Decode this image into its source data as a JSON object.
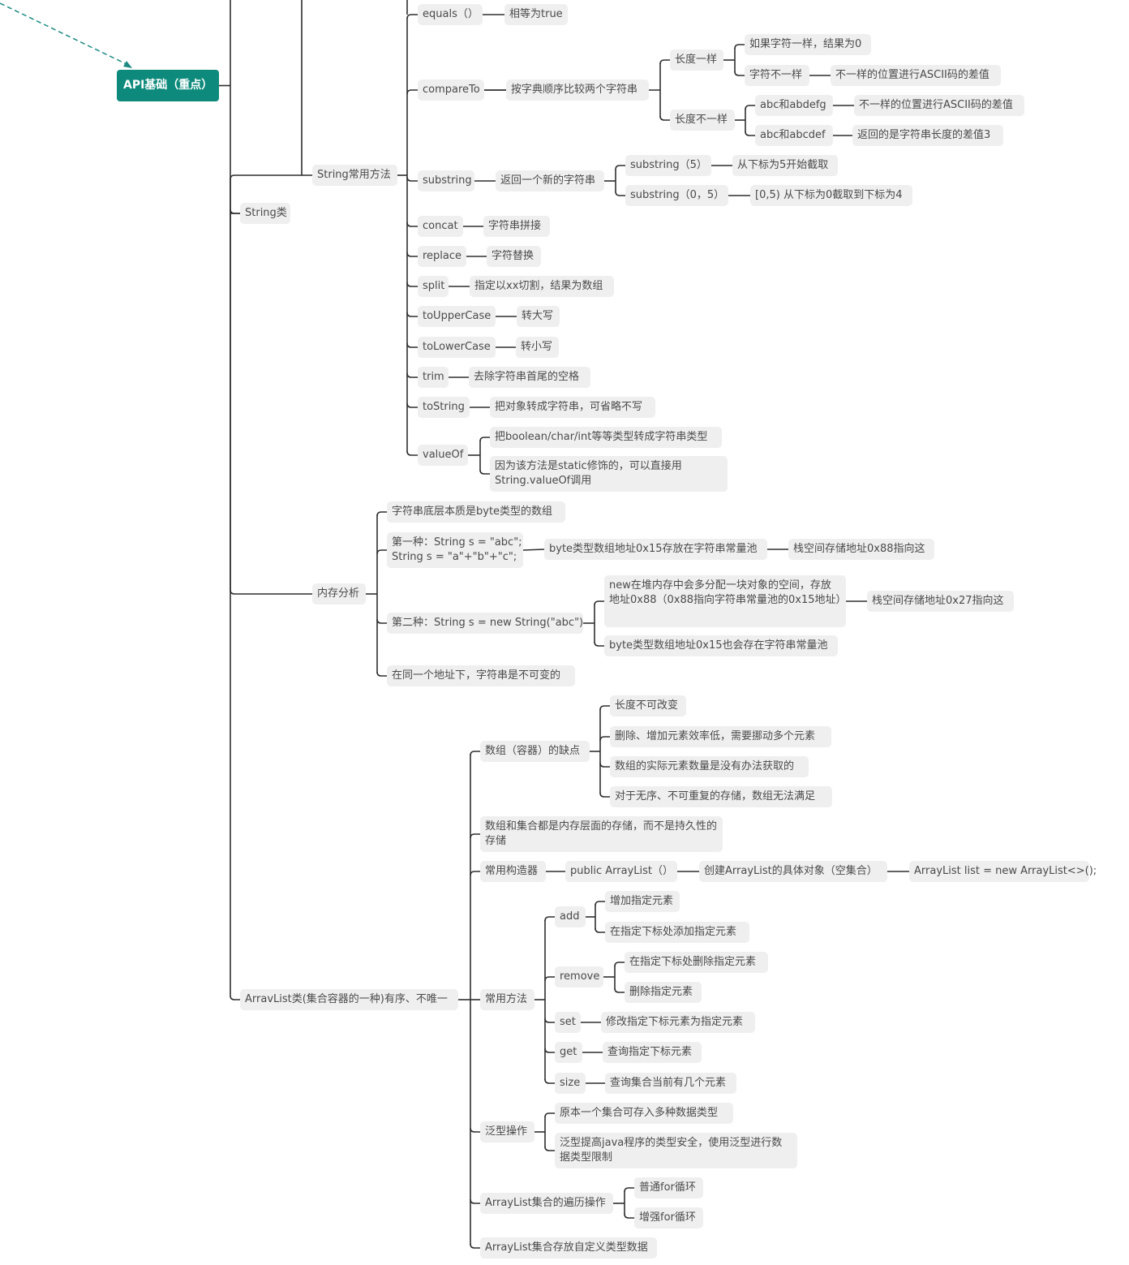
{
  "colors": {
    "line": "#2f2f2f",
    "root_bg": "#0d8a7b",
    "root_text": "#ffffff",
    "node_bg": "#efefef",
    "node_text": "#4a4a4a",
    "arrow": "#1a8a82"
  },
  "mindmap": {
    "root": "API基础（重点）",
    "string_class": {
      "label": "String类",
      "methods": {
        "label": "String常用方法",
        "equals": {
          "name": "equals（）",
          "desc": "相等为true"
        },
        "compareTo": {
          "name": "compareTo",
          "desc": "按字典顺序比较两个字符串",
          "same_length": {
            "label": "长度一样",
            "a": "如果字符一样，结果为0",
            "b": "字符不一样",
            "b_note": "不一样的位置进行ASCII码的差值"
          },
          "diff_length": {
            "label": "长度不一样",
            "a": "abc和abdefg",
            "a_note": "不一样的位置进行ASCII码的差值",
            "b": "abc和abcdef",
            "b_note": "返回的是字符串长度的差值3"
          }
        },
        "substring": {
          "name": "substring",
          "desc": "返回一个新的字符串",
          "one": "substring（5）",
          "one_note": "从下标为5开始截取",
          "two": "substring（0，5）",
          "two_note": "[0,5) 从下标为0截取到下标为4"
        },
        "concat": {
          "name": "concat",
          "desc": "字符串拼接"
        },
        "replace": {
          "name": "replace",
          "desc": "字符替换"
        },
        "split": {
          "name": "split",
          "desc": "指定以xx切割，结果为数组"
        },
        "toUpperCase": {
          "name": "toUpperCase",
          "desc": "转大写"
        },
        "toLowerCase": {
          "name": "toLowerCase",
          "desc": "转小写"
        },
        "trim": {
          "name": "trim",
          "desc": "去除字符串首尾的空格"
        },
        "toString": {
          "name": "toString",
          "desc": "把对象转成字符串，可省略不写"
        },
        "valueOf": {
          "name": "valueOf",
          "desc1": "把boolean/char/int等等类型转成字符串类型",
          "desc2": "因为该方法是static修饰的，可以直接用String.valueOf调用"
        }
      },
      "memory": {
        "label": "内存分析",
        "essence": "字符串底层本质是byte类型的数组",
        "first": "第一种：String s = \"abc\";\nString s = \"a\"+\"b\"+\"c\";",
        "first_a": "byte类型数组地址0x15存放在字符串常量池",
        "first_b": "栈空间存储地址0x88指向这",
        "second": "第二种：String s = new String(\"abc\")",
        "second_a": "new在堆内存中会多分配一块对象的空间，存放地址0x88（0x88指向字符串常量池的0x15地址）",
        "second_a_note": "栈空间存储地址0x27指向这",
        "second_b": "byte类型数组地址0x15也会存在字符串常量池",
        "immutable": "在同一个地址下，字符串是不可变的"
      }
    },
    "arraylist": {
      "label": "ArravList类(集合容器的一种)有序、不唯一",
      "defects": {
        "label": "数组（容器）的缺点",
        "items": [
          "长度不可改变",
          "删除、增加元素效率低，需要挪动多个元素",
          "数组的实际元素数量是没有办法获取的",
          "对于无序、不可重复的存储，数组无法满足"
        ]
      },
      "memory_note": "数组和集合都是内存层面的存储，而不是持久性的存储",
      "constructor": {
        "label": "常用构造器",
        "sig": "public ArrayList（）",
        "desc": "创建ArrayList的具体对象（空集合）",
        "code": "ArrayList list = new ArrayList<>();"
      },
      "methods": {
        "label": "常用方法",
        "add": {
          "name": "add",
          "a": "增加指定元素",
          "b": "在指定下标处添加指定元素"
        },
        "remove": {
          "name": "remove",
          "a": "在指定下标处删除指定元素",
          "b": "删除指定元素"
        },
        "set": {
          "name": "set",
          "desc": "修改指定下标元素为指定元素"
        },
        "get": {
          "name": "get",
          "desc": "查询指定下标元素"
        },
        "size": {
          "name": "size",
          "desc": "查询集合当前有几个元素"
        }
      },
      "generics": {
        "label": "泛型操作",
        "a": "原本一个集合可存入多种数据类型",
        "b": "泛型提高java程序的类型安全，使用泛型进行数据类型限制"
      },
      "traversal": {
        "label": "ArrayList集合的遍历操作",
        "a": "普通for循环",
        "b": "增强for循环"
      },
      "custom": "ArrayList集合存放自定义类型数据"
    }
  }
}
